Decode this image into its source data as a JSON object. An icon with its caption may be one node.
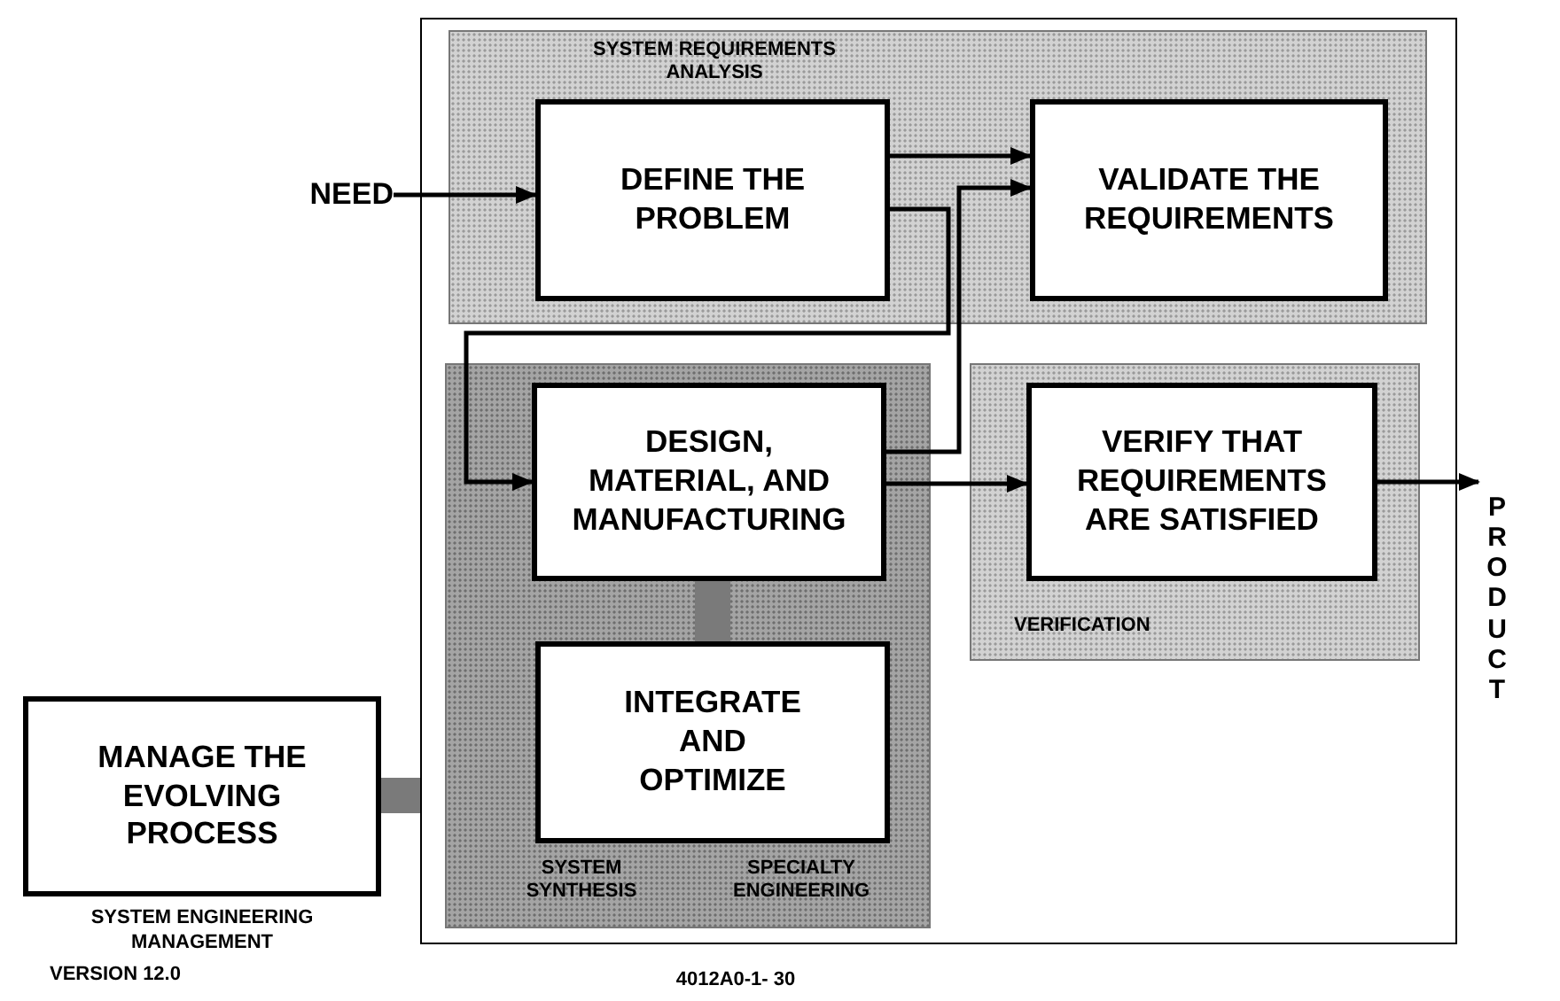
{
  "diagram": {
    "nodes": [
      {
        "text": [],
        "shape": "box"
      },
      {
        "text": [
          "SYSTEM REQUIREMENTS ANALYSIS"
        ],
        "in": 0
      },
      {
        "text": [
          "DEFINE THE PROBLEM"
        ],
        "in": 1
      },
      {
        "text": [
          "VALIDATE THE REQUIREMENTS"
        ],
        "in": 1
      },
      {
        "text": [
          "SYSTEM SYNTHESIS",
          "SPECIALTY ENGINEERING"
        ],
        "in": 0
      },
      {
        "text": [
          "DESIGN, MATERIAL, AND MANUFACTURING"
        ],
        "in": 4
      },
      {
        "text": [
          "INTEGRATE AND OPTIMIZE"
        ],
        "in": 4
      },
      {
        "text": [
          "VERIFICATION"
        ],
        "in": 0
      },
      {
        "text": [
          "VERIFY THAT REQUIREMENTS ARE SATISFIED"
        ],
        "in": 7
      },
      {
        "text": [
          "MANAGE THE EVOLVING PROCESS"
        ],
        "beside": [
          "SYSTEM ENGINEERING MANAGEMENT"
        ]
      },
      {
        "text": [
          "NEED"
        ]
      },
      {
        "text": [
          "PRODUCT"
        ]
      }
    ],
    "edges": [
      {
        "from": 10,
        "to": 2,
        "arrow": "to"
      },
      {
        "from": 2,
        "to": 3,
        "arrow": "to"
      },
      {
        "from": 2,
        "to": 5,
        "arrow": "to"
      },
      {
        "from": 5,
        "to": 3,
        "arrow": "to"
      },
      {
        "from": 5,
        "to": 8,
        "arrow": "to"
      },
      {
        "from": 8,
        "to": 11,
        "arrow": "to"
      },
      {
        "from": 5,
        "to": 6,
        "arrow": "none",
        "style": "thick",
        "color": "#7a7a7a"
      },
      {
        "from": 9,
        "to": 0,
        "arrow": "none",
        "style": "thick",
        "color": "#7a7a7a"
      }
    ],
    "labels": [
      "VERSION 12.0",
      "4012A0-1- 30"
    ]
  }
}
